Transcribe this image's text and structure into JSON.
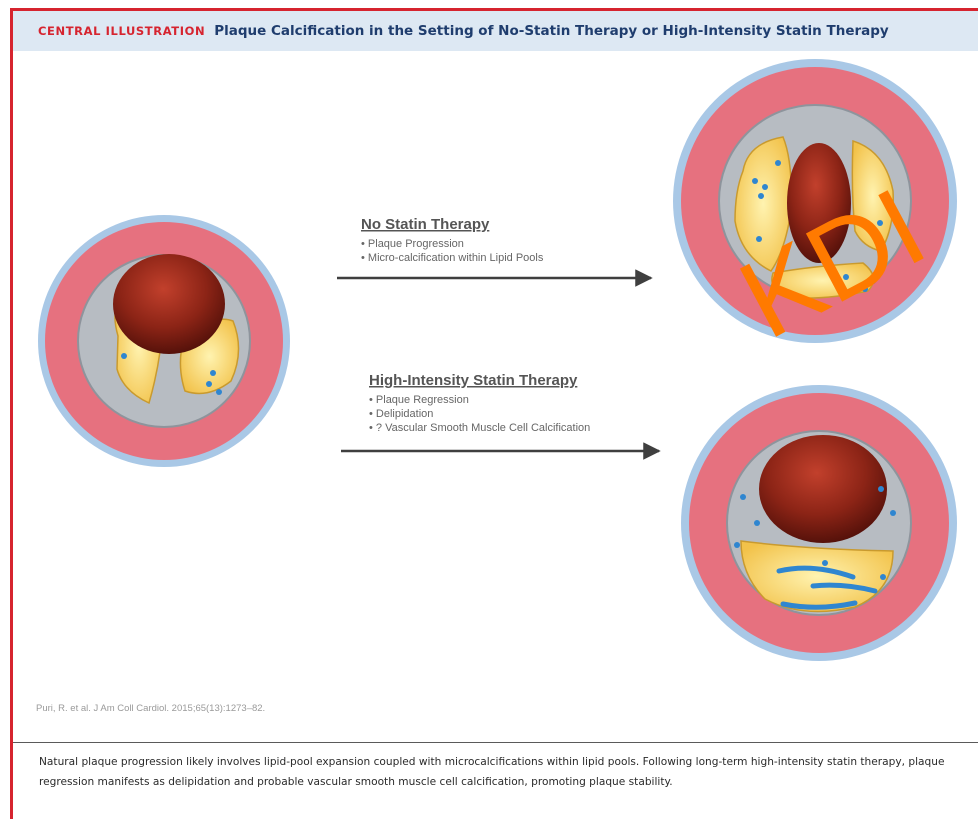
{
  "header": {
    "tag": "CENTRAL ILLUSTRATION",
    "title": "Plaque Calcification in the Setting of No-Statin Therapy or High-Intensity Statin Therapy"
  },
  "diagram": {
    "no_statin": {
      "heading": "No Statin Therapy",
      "bullets": [
        "• Plaque Progression",
        "• Micro-calcification within Lipid Pools"
      ]
    },
    "high_intensity": {
      "heading": "High-Intensity Statin Therapy",
      "bullets": [
        "• Plaque Regression",
        "• Delipidation",
        "• ? Vascular Smooth Muscle Cell Calcification"
      ]
    },
    "watermark": "KDI",
    "colors": {
      "adventitia": "#a9c8e6",
      "media": "#e6717f",
      "plaque": "#b7bcc2",
      "lumen": "#7a1a12",
      "lipid": "#f7d572",
      "calcification": "#2f86d0",
      "arrow": "#3f3f3f"
    }
  },
  "citation": "Puri, R. et al. J Am Coll Cardiol. 2015;65(13):1273–82.",
  "caption": "Natural plaque progression likely involves lipid-pool expansion coupled with microcalcifications within lipid pools. Following long-term high-intensity statin therapy, plaque regression manifests as delipidation and probable vascular smooth muscle cell calcification, promoting plaque stability."
}
